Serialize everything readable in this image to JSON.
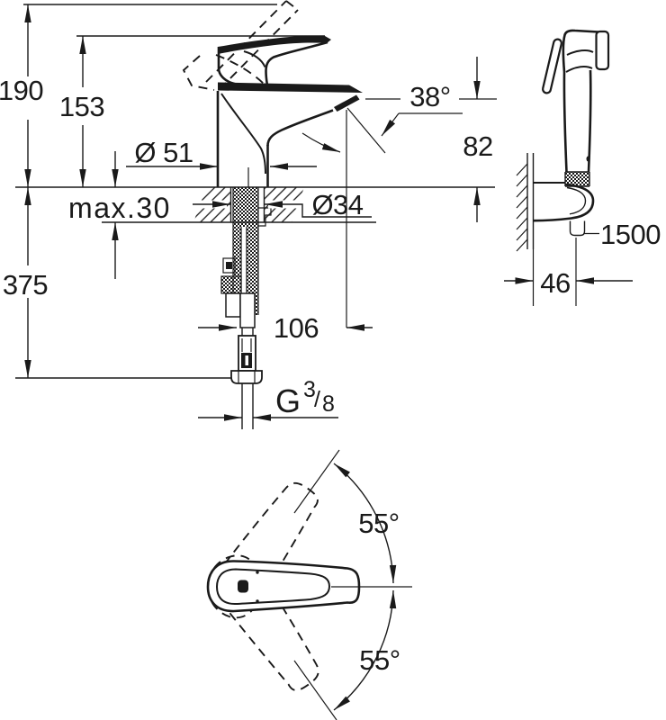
{
  "drawing": {
    "type": "technical-dimension-diagram",
    "subject": "single-lever basin mixer with hygiene hand shower, wall bracket and hose",
    "colors": {
      "ink": "#1a1a1a",
      "paper": "#ffffff"
    },
    "front_view": {
      "total_height": "190",
      "lever_height": "153",
      "base_diameter": "Ø 51",
      "deck_thickness_max": "max.30",
      "hole_diameter": "Ø34",
      "outlet_angle": "38°",
      "outlet_height": "82",
      "under_deck_depth": "375",
      "spout_reach": "106",
      "thread_prefix": "G",
      "thread_numerator": "3",
      "thread_slash": "/",
      "thread_denominator": "8"
    },
    "side_view": {
      "hose_length": "1500",
      "bracket_offset": "46"
    },
    "top_view": {
      "lever_swing_upper": "55°",
      "lever_swing_lower": "55°"
    }
  }
}
